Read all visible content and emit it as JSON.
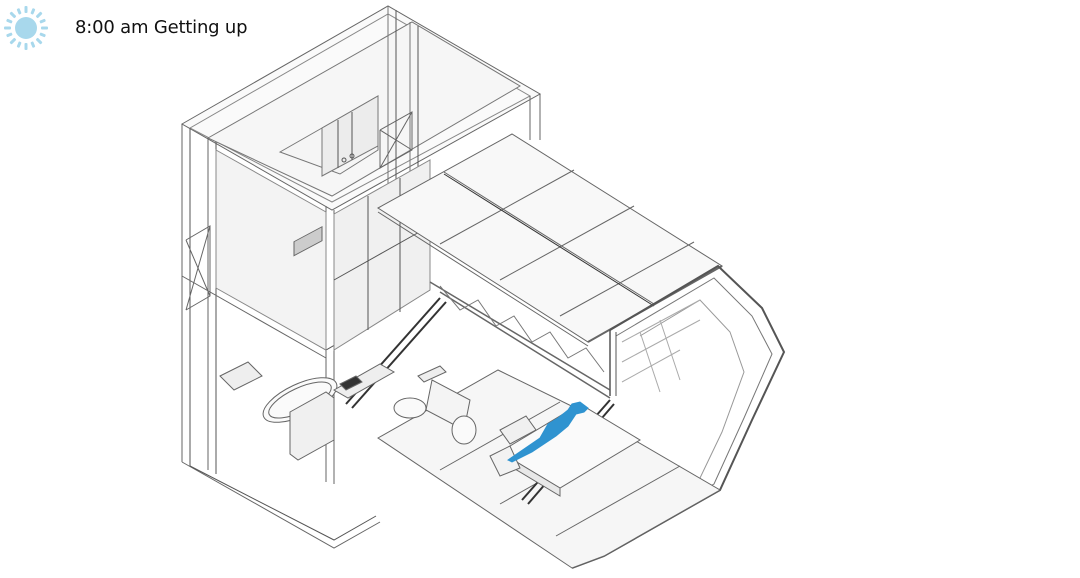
{
  "caption": {
    "time": "8:00 am",
    "activity": "Getting up",
    "full_text": "8:00 am Getting up",
    "icon": "sun-icon"
  },
  "colors": {
    "sun": "#a8d8ec",
    "figure": "#2f93d0",
    "line": "#555555",
    "fill_light": "#f4f4f4",
    "background": "#ffffff"
  },
  "drawing": {
    "type": "axonometric architectural cutaway",
    "elements": [
      "two-storey frame tower",
      "wardrobe",
      "bathtub",
      "sink",
      "kitchen counter",
      "truss beam",
      "roof panels (8)",
      "hexagonal rolling shell",
      "armchairs",
      "bed",
      "person lying on bed"
    ]
  }
}
